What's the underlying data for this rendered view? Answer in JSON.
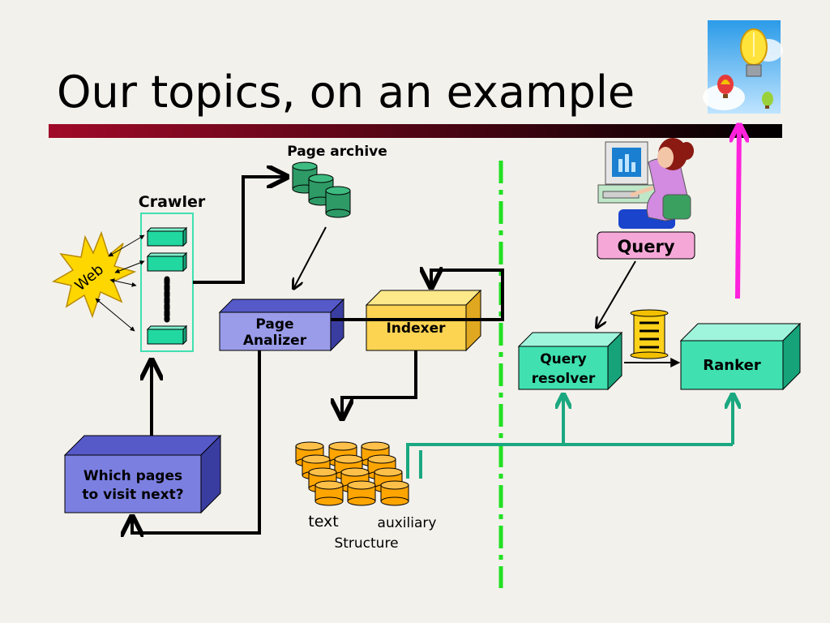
{
  "slide": {
    "title": "Our topics, on an example"
  },
  "diagram": {
    "page_archive": "Page archive",
    "crawler": "Crawler",
    "web": "Web",
    "page_analizer": [
      "Page",
      "Analizer"
    ],
    "indexer": "Indexer",
    "which_pages": [
      "Which pages",
      "to visit next?"
    ],
    "structure_text": "text",
    "structure_aux": "auxiliary",
    "structure": "Structure",
    "query": "Query",
    "query_resolver": [
      "Query",
      "resolver"
    ],
    "ranker": "Ranker"
  },
  "colors": {
    "title_bar_start": "#a00a28",
    "title_bar_end": "#000000",
    "crawler_box": "#40e0b0",
    "page_analizer": "#7b7fe0",
    "which_pages": "#7b7fe0",
    "indexer": "#fdd352",
    "query_resolver": "#40e0b0",
    "ranker": "#40e0b0",
    "archive_cylinders": "#2e9a66",
    "structure_cylinders": "#ffa500",
    "web_star": "#ffd700",
    "query_label": "#f5a8d8",
    "divider": "#22e022",
    "teal_lines": "#1aa880",
    "magenta_arrow": "#ff22dd"
  },
  "icons": [
    "web-star-icon",
    "database-cylinder-icon",
    "user-at-computer-icon",
    "scroll-icon",
    "lightbulb-balloons-icon"
  ]
}
